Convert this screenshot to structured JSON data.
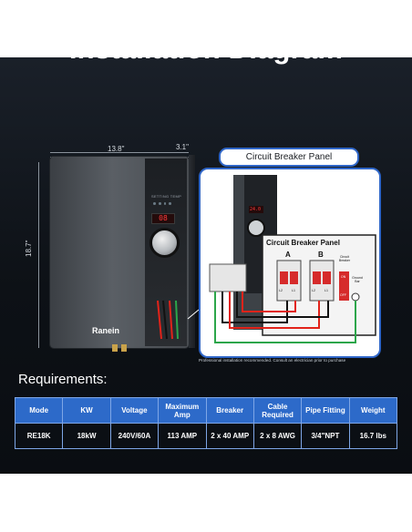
{
  "title": "Installation Diagram",
  "dimensions": {
    "width": "13.8\"",
    "depth": "3.1\"",
    "height": "18.7\""
  },
  "product": {
    "brand": "Ranein",
    "display_value": "08",
    "panel_text": "SETTING TEMP"
  },
  "callout": {
    "tab_label": "Circuit Breaker Panel",
    "panel_heading": "Circuit Breaker Panel",
    "breaker_a": "A",
    "breaker_b": "B",
    "side_label": "Circuit Breaker",
    "switch_on": "ON",
    "switch_off": "OFF",
    "ground_label": "Ground Bar",
    "terminal_labels": [
      "L2",
      "L1",
      "L2",
      "L1"
    ],
    "unit_display": "24.0"
  },
  "notice": "Professional installation recommended. Consult an electrician prior to purchase",
  "requirements": {
    "heading": "Requirements",
    "colon": ":",
    "columns": [
      "Mode",
      "KW",
      "Voltage",
      "Maximum Amp",
      "Breaker",
      "Cable Required",
      "Pipe Fitting",
      "Weight"
    ],
    "row": [
      "RE18K",
      "18kW",
      "240V/60A",
      "113 AMP",
      "2 x 40 AMP",
      "2 x 8 AWG",
      "3/4\"NPT",
      "16.7 lbs"
    ]
  },
  "colors": {
    "accent": "#2d6ac9",
    "callout_border": "#2f66c8",
    "wire_red": "#e2231a",
    "wire_black": "#111111",
    "wire_green": "#2ca64a"
  }
}
